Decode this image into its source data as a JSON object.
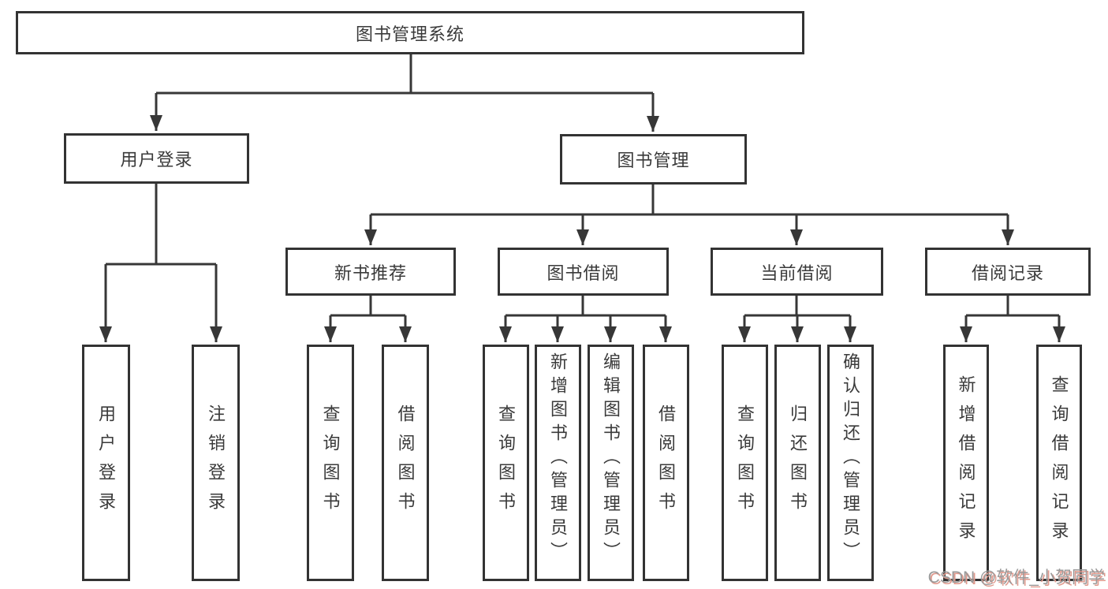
{
  "diagram": {
    "type": "tree",
    "root": {
      "id": "library-system",
      "label": "图书管理系统"
    },
    "level2": [
      {
        "id": "user-login",
        "label": "用户登录",
        "parent": "library-system"
      },
      {
        "id": "book-management",
        "label": "图书管理",
        "parent": "library-system"
      }
    ],
    "level3": [
      {
        "id": "new-book-recommend",
        "label": "新书推荐",
        "parent": "book-management"
      },
      {
        "id": "book-borrow",
        "label": "图书借阅",
        "parent": "book-management"
      },
      {
        "id": "current-borrow",
        "label": "当前借阅",
        "parent": "book-management"
      },
      {
        "id": "borrow-records",
        "label": "借阅记录",
        "parent": "book-management"
      }
    ],
    "leaves": [
      {
        "id": "user-login-leaf",
        "label": "用户登录",
        "parent": "user-login"
      },
      {
        "id": "logout",
        "label": "注销登录",
        "parent": "user-login"
      },
      {
        "id": "query-books-1",
        "label": "查询图书",
        "parent": "new-book-recommend"
      },
      {
        "id": "borrow-books-1",
        "label": "借阅图书",
        "parent": "new-book-recommend"
      },
      {
        "id": "query-books-2",
        "label": "查询图书",
        "parent": "book-borrow"
      },
      {
        "id": "add-books-admin",
        "label": "新增图书（管理员）",
        "parent": "book-borrow"
      },
      {
        "id": "edit-books-admin",
        "label": "编辑图书（管理员）",
        "parent": "book-borrow"
      },
      {
        "id": "borrow-books-2",
        "label": "借阅图书",
        "parent": "book-borrow"
      },
      {
        "id": "query-books-3",
        "label": "查询图书",
        "parent": "current-borrow"
      },
      {
        "id": "return-books",
        "label": "归还图书",
        "parent": "current-borrow"
      },
      {
        "id": "confirm-return-admin",
        "label": "确认归还（管理员）",
        "parent": "current-borrow"
      },
      {
        "id": "add-borrow-record",
        "label": "新增借阅记录",
        "parent": "borrow-records"
      },
      {
        "id": "query-borrow-record",
        "label": "查询借阅记录",
        "parent": "borrow-records"
      }
    ],
    "watermark": "CSDN @软件_小贺同学",
    "colors": {
      "line": "#373737",
      "box_border": "#333333",
      "text": "#3a3a3a",
      "background": "#ffffff",
      "watermark_text": "#9a9a9a",
      "watermark_shadow": "#e09a8e"
    }
  }
}
